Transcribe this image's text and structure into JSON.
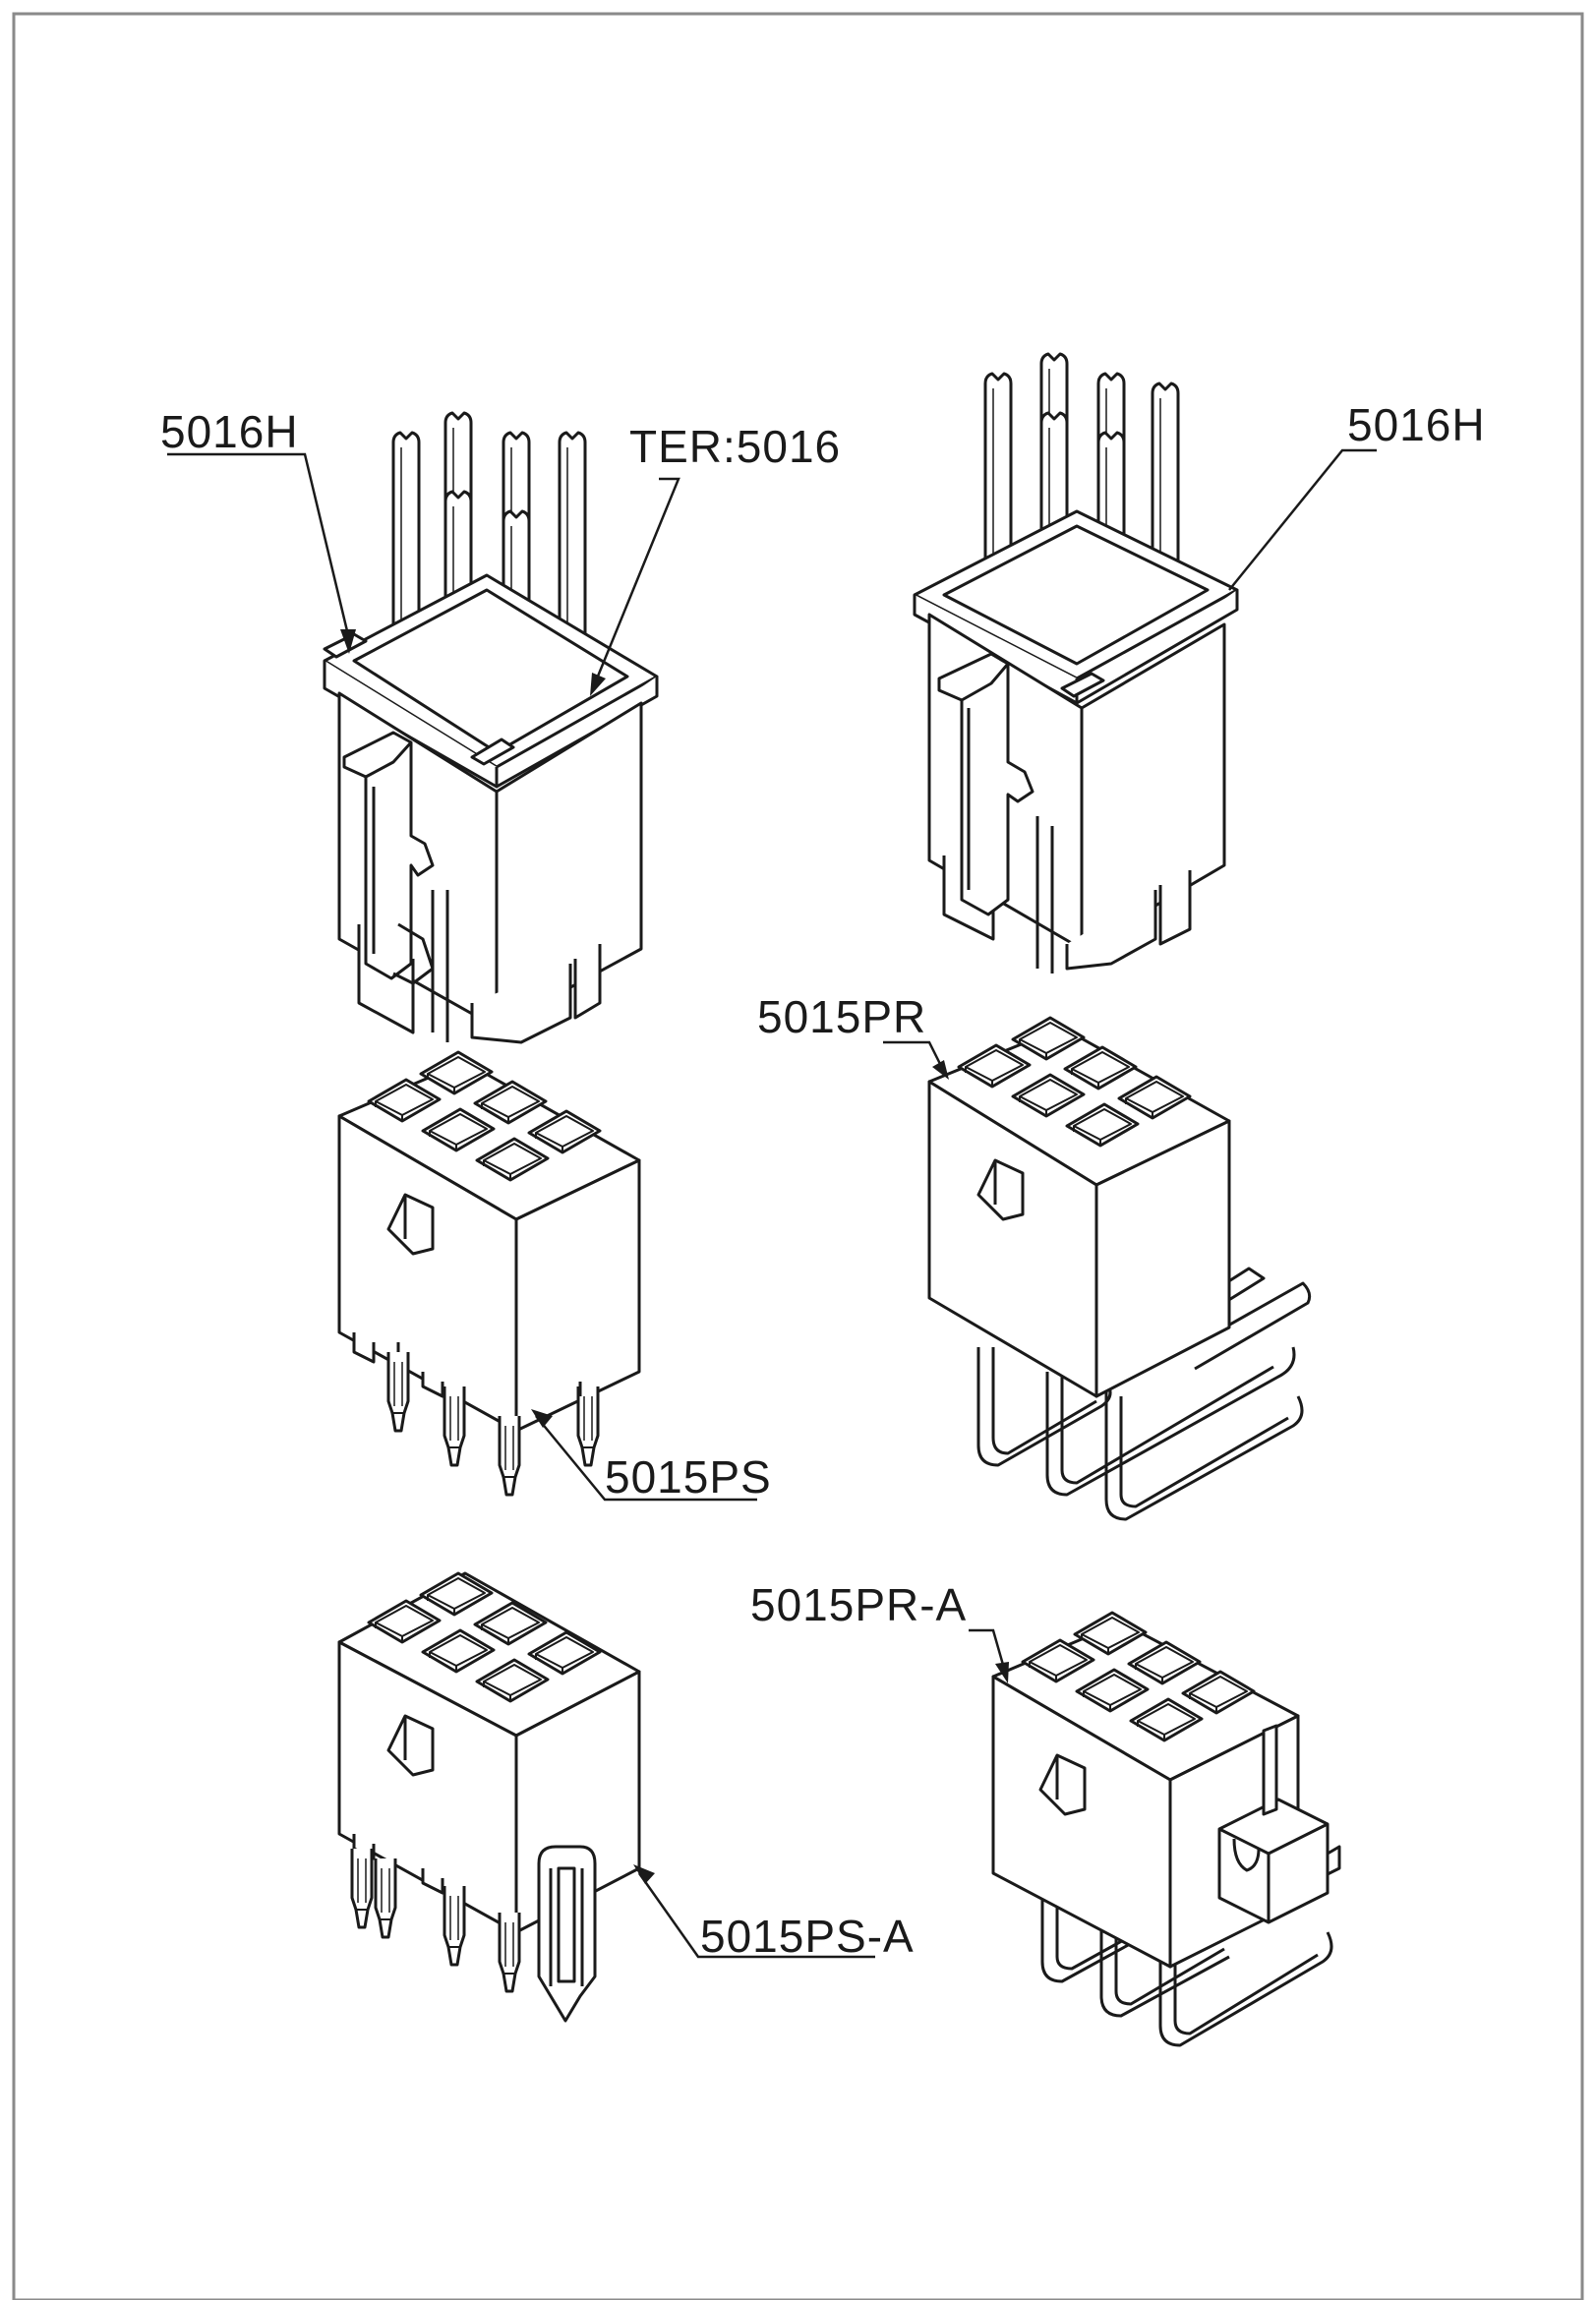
{
  "labels": {
    "housing_5016h_left": "5016H",
    "terminal_5016": "TER:5016",
    "housing_5016h_right": "5016H",
    "header_5015pr": "5015PR",
    "header_5015ps": "5015PS",
    "header_5015pr_a": "5015PR-A",
    "header_5015ps_a": "5015PS-A"
  },
  "colors": {
    "line": "#1a1a1a",
    "border": "#8a8a8a",
    "paper": "#ffffff"
  }
}
